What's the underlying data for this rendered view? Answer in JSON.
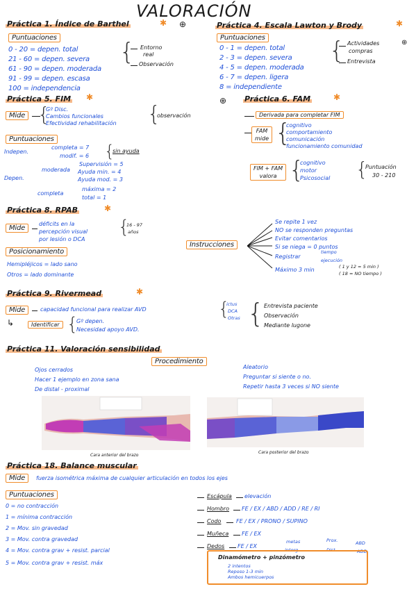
{
  "title": "VALORACIÓN",
  "s1": {
    "heading": "Práctica 1. Índice de Barthel",
    "punt": "Puntuaciones",
    "rows": [
      "0 - 20 = depen. total",
      "21 - 60 = depen. severa",
      "61 - 90 = depen. moderada",
      "91 - 99 = depen. escasa",
      "100 = independencia"
    ],
    "right1": "Entorno",
    "right2": "real",
    "right3": "Observación"
  },
  "s4": {
    "heading": "Práctica 4. Escala Lawton y Brody",
    "punt": "Puntuaciones",
    "rows": [
      "0 - 1 = depen. total",
      "2 - 3 = depen. severa",
      "4 - 5 = depen. moderada",
      "6 - 7 = depen. ligera",
      "8 = independiente"
    ],
    "right1": "Actividades",
    "right2": "compras",
    "right3": "Entrevista"
  },
  "s5": {
    "heading": "Práctica 5. FIM",
    "mide": "Mide",
    "items": [
      "Gº Disc.",
      "Cambios funcionales",
      "Efectividad rehabilitación"
    ],
    "right": "observación",
    "punt": "Puntuaciones",
    "indep": "Indepen.",
    "comp": "completa = 7",
    "mod": "modif. = 6",
    "sin": "sin ayuda",
    "moderada": "moderada",
    "sup": "Supervisión = 5",
    "ayumin": "Ayuda min. = 4",
    "ayumod": "Ayuda mod. = 3",
    "depen": "Depen.",
    "completa": "completa",
    "max": "máxima = 2",
    "total": "total = 1"
  },
  "s6": {
    "heading": "Práctica 6. FAM",
    "derivada": "Derivada para completar FIM",
    "fam": "FAM",
    "mide": "mide",
    "items": [
      "cognitivo",
      "comportamiento",
      "comunicación",
      "funcionamiento comunidad"
    ],
    "fimfam": "FIM + FAM",
    "valora": "valora",
    "items2": [
      "cognitivo",
      "motor",
      "Psicosocial"
    ],
    "puntlabel": "Puntuación",
    "puntrange": "30 - 210"
  },
  "s8": {
    "heading": "Práctica 8. RPAB",
    "mide": "Mide",
    "d1": "déficits en la",
    "d2": "percepción visual",
    "d3": "por lesión o DCA",
    "ages1": "16 - 97",
    "ages2": "años",
    "pos": "Posicionamiento",
    "hemi": "Hemipléjicos = lado sano",
    "otros": "Otros = lado dominante",
    "instr": "Instrucciones",
    "i1": "Se repite 1 vez",
    "i2": "NO se responden preguntas",
    "i3": "Evitar comentarios",
    "i4": "Si se niega = 0 puntos",
    "registrar": "Registrar",
    "tiempo": "tiempo",
    "ejec": "ejecución",
    "max": "Máximo 3 min",
    "note1": "( 1 y 12 = 5 min )",
    "note2": "( 18 = NO tiempo )"
  },
  "s9": {
    "heading": "Práctica 9. Rivermead",
    "mide": "Mide",
    "cap": "capacidad funcional para realizar AVD",
    "ictus": "ictus",
    "dca": "DCA",
    "otras": "Otras",
    "r1": "Entrevista paciente",
    "r2": "Observación",
    "r3": "Mediante lugone",
    "ident": "Identificar",
    "g": "Gº depen.",
    "nec": "Necesidad apoyo AVD."
  },
  "s11": {
    "heading": "Práctica 11. Valoración sensibilidad",
    "proc": "Procedimiento",
    "l1": "Ojos cerrados",
    "l2": "Hacer 1 ejemplo en zona sana",
    "l3": "De distal - proximal",
    "r1": "Aleatorio",
    "r2": "Preguntar si siente o no.",
    "r3": "Repetir hasta 3 veces si NO siente",
    "cap1": "Cara anterior del brazo",
    "cap2": "Cara posterior del brazo"
  },
  "s18": {
    "heading": "Práctica 18. Balance muscular",
    "mide": "Mide",
    "fuerza": "fuerza isométrica máxima de cualquier articulación en todos los ejes",
    "punt": "Puntuaciones",
    "rows": [
      "0 = no contracción",
      "1 = mínima contracción",
      "2 = Mov. sin gravedad",
      "3 = Mov. contra gravedad",
      "4 = Mov. contra grav + resist. parcial",
      "5 = Mov. contra grav + resist. máx"
    ],
    "esc": "Escápula",
    "esc_r": "elevación",
    "hom": "Hombro",
    "hom_r": "FE / EX / ABD / ADD / RE / RI",
    "codo": "Codo",
    "codo_r": "FE / EX / PRONO / SUPINO",
    "mun": "Muñeca",
    "mun_r": "FE / EX",
    "ded": "Dedos",
    "ded_r": "FE / EX",
    "meta": "metas",
    "inter": "interg.",
    "prox": "Prox.",
    "dist": "Dist.",
    "abd": "ABD",
    "add": "ADD",
    "dina": "Dinamómetro + pinzómetro",
    "b1": "2 intentos",
    "b2": "Reposo 1-3 min",
    "b3": "Ambos hemicuerpos"
  },
  "colors": {
    "ink": "#1a1a1a",
    "blue": "#1e4fd8",
    "orange": "#f08c2a",
    "highlight": "#f6b98a"
  }
}
